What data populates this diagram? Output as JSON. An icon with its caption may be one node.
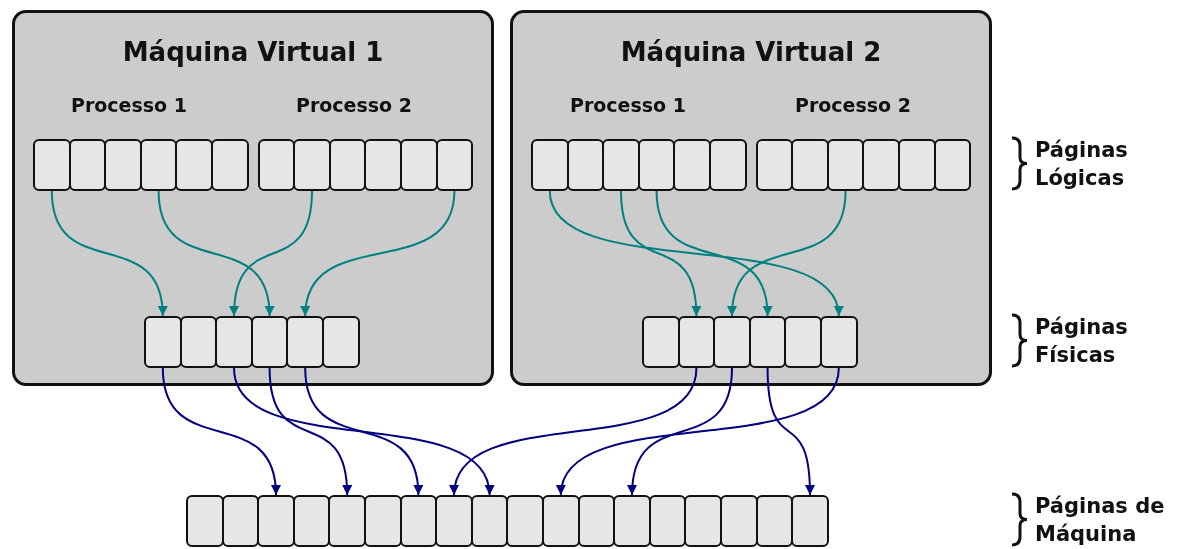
{
  "diagram": {
    "nodes": [
      {
        "text": [
          "Máquina Virtual 1"
        ]
      },
      {
        "text": [],
        "shape": "box",
        "in": 0
      },
      {
        "text": [],
        "shape": "box",
        "in": 0
      },
      {
        "text": [],
        "shape": "box",
        "in": 0
      },
      {
        "text": [],
        "shape": "box",
        "in": 0
      },
      {
        "text": [],
        "shape": "box",
        "in": 0
      },
      {
        "text": [],
        "shape": "box",
        "in": 0
      },
      {
        "text": [],
        "shape": "box",
        "in": 0
      },
      {
        "text": [],
        "shape": "box",
        "in": 0
      },
      {
        "text": [],
        "shape": "box",
        "in": 0
      },
      {
        "text": [],
        "shape": "box",
        "in": 0
      },
      {
        "text": [],
        "shape": "box",
        "in": 0
      },
      {
        "text": [],
        "shape": "box",
        "in": 0
      },
      {
        "text": [],
        "shape": "box",
        "in": 0
      },
      {
        "text": [],
        "shape": "box",
        "in": 0
      },
      {
        "text": [],
        "shape": "box",
        "in": 0
      },
      {
        "text": [],
        "shape": "box",
        "in": 0
      },
      {
        "text": [],
        "shape": "box",
        "in": 0
      },
      {
        "text": [],
        "shape": "box",
        "in": 0
      },
      {
        "text": [
          "Máquina Virtual 2"
        ]
      },
      {
        "text": [],
        "shape": "box",
        "in": 19
      },
      {
        "text": [],
        "shape": "box",
        "in": 19
      },
      {
        "text": [],
        "shape": "box",
        "in": 19
      },
      {
        "text": [],
        "shape": "box",
        "in": 19
      },
      {
        "text": [],
        "shape": "box",
        "in": 19
      },
      {
        "text": [],
        "shape": "box",
        "in": 19
      },
      {
        "text": [],
        "shape": "box",
        "in": 19
      },
      {
        "text": [],
        "shape": "box",
        "in": 19
      },
      {
        "text": [],
        "shape": "box",
        "in": 19
      },
      {
        "text": [],
        "shape": "box",
        "in": 19
      },
      {
        "text": [],
        "shape": "box",
        "in": 19
      },
      {
        "text": [],
        "shape": "box",
        "in": 19
      },
      {
        "text": [],
        "shape": "box",
        "in": 19
      },
      {
        "text": [],
        "shape": "box",
        "in": 19
      },
      {
        "text": [],
        "shape": "box",
        "in": 19
      },
      {
        "text": [],
        "shape": "box",
        "in": 19
      },
      {
        "text": [],
        "shape": "box",
        "in": 19
      },
      {
        "text": [],
        "shape": "box",
        "in": 19
      },
      {
        "text": [],
        "shape": "box"
      },
      {
        "text": [],
        "shape": "box"
      },
      {
        "text": [],
        "shape": "box"
      },
      {
        "text": [],
        "shape": "box"
      },
      {
        "text": [],
        "shape": "box"
      },
      {
        "text": [],
        "shape": "box"
      },
      {
        "text": [],
        "shape": "box"
      },
      {
        "text": [],
        "shape": "box"
      },
      {
        "text": [],
        "shape": "box"
      },
      {
        "text": [],
        "shape": "box"
      },
      {
        "text": [],
        "shape": "box"
      },
      {
        "text": [],
        "shape": "box"
      },
      {
        "text": [],
        "shape": "box"
      },
      {
        "text": [],
        "shape": "box"
      },
      {
        "text": [],
        "shape": "box"
      },
      {
        "text": [],
        "shape": "box"
      },
      {
        "text": [],
        "shape": "box"
      },
      {
        "text": [],
        "shape": "box"
      }
    ],
    "edges": [
      {
        "from": 1,
        "to": 13,
        "arrow": "to",
        "color": "#008080"
      },
      {
        "from": 4,
        "to": 16,
        "arrow": "to",
        "color": "#008080"
      },
      {
        "from": 8,
        "to": 15,
        "arrow": "to",
        "color": "#008080"
      },
      {
        "from": 12,
        "to": 17,
        "arrow": "to",
        "color": "#008080"
      },
      {
        "from": 20,
        "to": 37,
        "arrow": "to",
        "color": "#008080"
      },
      {
        "from": 22,
        "to": 33,
        "arrow": "to",
        "color": "#008080"
      },
      {
        "from": 23,
        "to": 35,
        "arrow": "to",
        "color": "#008080"
      },
      {
        "from": 28,
        "to": 34,
        "arrow": "to",
        "color": "#008080"
      },
      {
        "from": 13,
        "to": 40,
        "arrow": "to",
        "color": "#000080"
      },
      {
        "from": 15,
        "to": 46,
        "arrow": "to",
        "color": "#000080"
      },
      {
        "from": 16,
        "to": 42,
        "arrow": "to",
        "color": "#000080"
      },
      {
        "from": 17,
        "to": 44,
        "arrow": "to",
        "color": "#000080"
      },
      {
        "from": 33,
        "to": 45,
        "arrow": "to",
        "color": "#000080"
      },
      {
        "from": 34,
        "to": 50,
        "arrow": "to",
        "color": "#000080"
      },
      {
        "from": 35,
        "to": 55,
        "arrow": "to",
        "color": "#000080"
      },
      {
        "from": 37,
        "to": 48,
        "arrow": "to",
        "color": "#000080"
      }
    ],
    "labels": [
      "Processo 1",
      "Processo 2",
      "Processo 1",
      "Processo 2",
      "Páginas Lógicas",
      "Páginas Físicas",
      "Páginas de Máquina"
    ]
  }
}
